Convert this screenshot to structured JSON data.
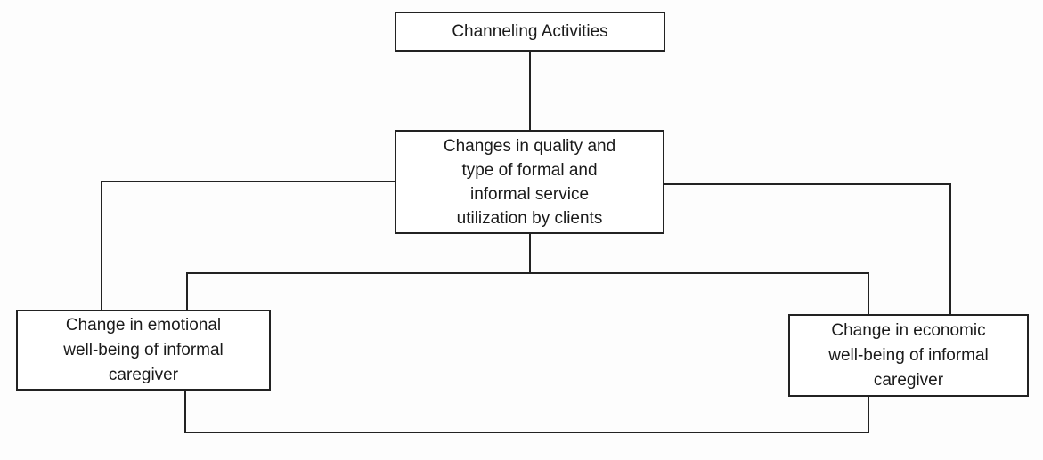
{
  "diagram": {
    "nodes": {
      "channeling_activities": {
        "label": "Channeling Activities"
      },
      "service_utilization": {
        "label_lines": [
          "Changes in quality and",
          "type of formal and",
          "informal service",
          "utilization by clients"
        ]
      },
      "emotional_wellbeing": {
        "label_lines": [
          "Change in emotional",
          "well-being of informal",
          "caregiver"
        ]
      },
      "economic_wellbeing": {
        "label_lines": [
          "Change in economic",
          "well-being of informal",
          "caregiver"
        ]
      }
    },
    "colors": {
      "line": "#222222",
      "box-border": "#222222",
      "box-fill": "#ffffff",
      "background": "#fdfdfd",
      "text": "#1a1a1a"
    }
  }
}
